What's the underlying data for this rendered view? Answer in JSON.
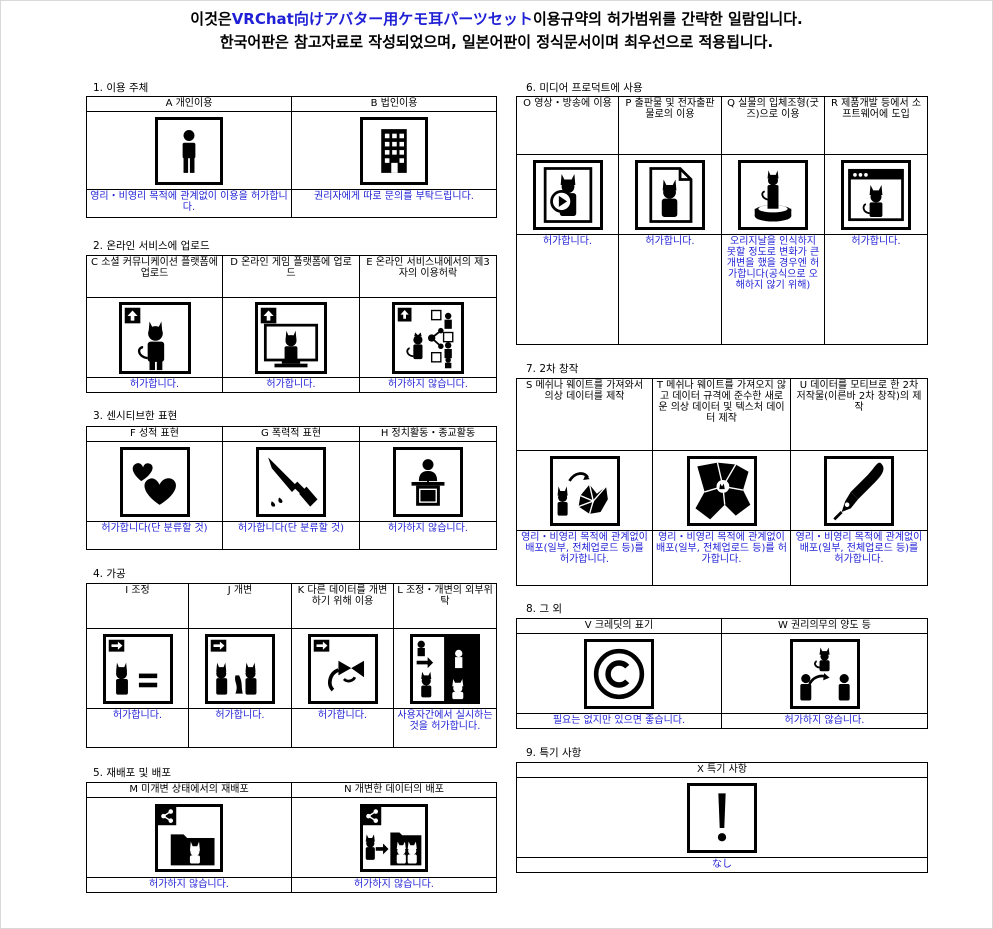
{
  "header": {
    "line1_pre": "이것은",
    "line1_hl": "VRChat向けアバター用ケモ耳パーツセット",
    "line1_post": "이용규약의 허가범위를 간략한 일람입니다.",
    "line2": "한국어판은 참고자료로 작성되었으며, 일본어판이 정식문서이며 최우선으로 적용됩니다."
  },
  "sections": {
    "s1": {
      "title": "1. 이용 주체",
      "items": [
        {
          "label": "A 개인이용",
          "note": "영리・비영리 목적에 관계없이 이용을 허가합니다.",
          "icon": "person-icon"
        },
        {
          "label": "B 법인이용",
          "note": "권리자에게 따로 문의를 부탁드립니다.",
          "icon": "building-icon"
        }
      ]
    },
    "s2": {
      "title": "2. 온라인 서비스에 업로드",
      "items": [
        {
          "label": "C 소셜 커뮤니케이션 플랫폼에 업로드",
          "note": "허가합니다.",
          "icon": "upload-avatar-icon"
        },
        {
          "label": "D 온라인 게임 플랫폼에 업로드",
          "note": "허가합니다.",
          "icon": "upload-game-icon"
        },
        {
          "label": "E 온라인 서비스내에서의 제3자의 이용허락",
          "note": "허가하지 않습니다.",
          "icon": "share-users-icon"
        }
      ]
    },
    "s3": {
      "title": "3. 센시티브한 표현",
      "items": [
        {
          "label": "F 성적 표현",
          "note": "허가합니다(단 분류할 것)",
          "icon": "hearts-icon"
        },
        {
          "label": "G 폭력적 표현",
          "note": "허가합니다(단 분류할 것)",
          "icon": "knife-icon"
        },
        {
          "label": "H 정치활동・종교활동",
          "note": "허가하지 않습니다.",
          "icon": "podium-icon"
        }
      ]
    },
    "s4": {
      "title": "4. 가공",
      "items": [
        {
          "label": "I 조정",
          "note": "허가합니다.",
          "icon": "adjust-icon"
        },
        {
          "label": "J 개변",
          "note": "허가합니다.",
          "icon": "modify-icon"
        },
        {
          "label": "K 다른 데이터를 개변하기 위해 이용",
          "note": "허가합니다.",
          "icon": "other-data-icon"
        },
        {
          "label": "L 조정・개변의 외부위탁",
          "note": "사용자간에서 실시하는 것을 허가합니다.",
          "icon": "outsource-icon"
        }
      ]
    },
    "s5": {
      "title": "5. 재배포 및 배포",
      "items": [
        {
          "label": "M 미개변 상태에서의 재배포",
          "note": "허가하지 않습니다.",
          "icon": "redistribute-icon"
        },
        {
          "label": "N 개변한 데이터의 배포",
          "note": "허가하지 않습니다.",
          "icon": "distribute-modified-icon"
        }
      ]
    },
    "s6": {
      "title": "6. 미디어 프로덕트에 사용",
      "items": [
        {
          "label": "O 영상・방송에 이용",
          "note": "허가합니다.",
          "icon": "video-icon"
        },
        {
          "label": "P 출판물 및 전자출판물로의 이용",
          "note": "허가합니다.",
          "icon": "document-icon"
        },
        {
          "label": "Q 실물의 입체조형(굿즈)으로 이용",
          "note": "오리지날을 인식하지 못할 정도로 변화가 큰 개변을 했을 경우엔 허가합니다(공식으로 오해하지 않기 위해)",
          "icon": "figure-icon"
        },
        {
          "label": "R 제품개발 등에서 소프트웨어에 도입",
          "note": "허가합니다.",
          "icon": "software-icon"
        }
      ]
    },
    "s7": {
      "title": "7. 2차 창작",
      "items": [
        {
          "label": "S 메쉬나 웨이트를 가져와서 의상 데이터를 제작",
          "note": "영리・비영리 목적에 관계없이 배포(일부, 전체업로드 등)를 허가합니다.",
          "icon": "mesh-icon"
        },
        {
          "label": "T 메쉬나 웨이트를 가져오지 않고 데이터 규격에 준수한 새로운 의상 데이터 및 텍스처 데이터 제작",
          "note": "영리・비영리 목적에 관계없이 배포(일부, 전체업로드 등)를 허가합니다.",
          "icon": "cloth-icon"
        },
        {
          "label": "U 데이터를 모티브로 한 2차 저작물(이른바 2차 창작)의 제작",
          "note": "영리・비영리 목적에 관계없이 배포(일부, 전체업로드 등)를 허가합니다.",
          "icon": "pen-icon"
        }
      ]
    },
    "s8": {
      "title": "8. 그 외",
      "items": [
        {
          "label": "V 크레딧의 표기",
          "note": "필요는 없지만 있으면 좋습니다.",
          "icon": "copyright-icon"
        },
        {
          "label": "W 권리의무의 양도 등",
          "note": "허가하지 않습니다.",
          "icon": "transfer-icon"
        }
      ]
    },
    "s9": {
      "title": "9. 특기 사항",
      "items": [
        {
          "label": "X 특기 사항",
          "note": "なし",
          "icon": "exclamation-icon"
        }
      ]
    }
  }
}
